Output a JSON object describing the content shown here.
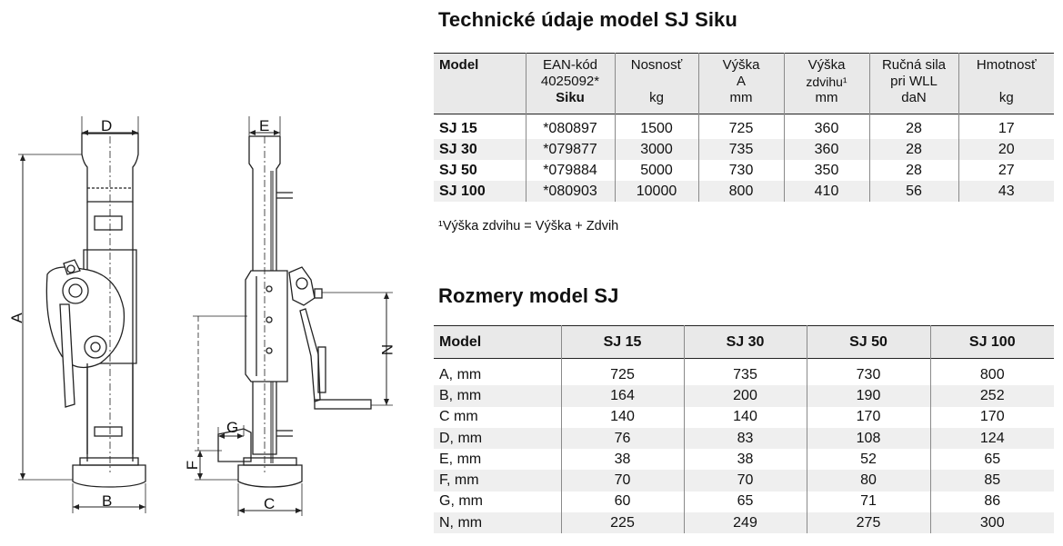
{
  "drawing": {
    "labels": {
      "A": "A",
      "B": "B",
      "C": "C",
      "D": "D",
      "E": "E",
      "F": "F",
      "G": "G",
      "N": "N"
    }
  },
  "spec_table": {
    "title": "Technické údaje model SJ Siku",
    "headers": [
      {
        "lines": [
          "Model"
        ]
      },
      {
        "lines": [
          "EAN-kód",
          "4025092*",
          "Siku"
        ]
      },
      {
        "lines": [
          "Nosnosť",
          "",
          "kg"
        ]
      },
      {
        "lines": [
          "Výška",
          "A",
          "mm"
        ]
      },
      {
        "lines": [
          "Výška",
          "zdvihu¹",
          "mm"
        ]
      },
      {
        "lines": [
          "Ručná sila",
          "pri WLL",
          "daN"
        ]
      },
      {
        "lines": [
          "Hmotnosť",
          "",
          "kg"
        ]
      }
    ],
    "rows": [
      [
        "SJ 15",
        "*080897",
        "1500",
        "725",
        "360",
        "28",
        "17"
      ],
      [
        "SJ 30",
        "*079877",
        "3000",
        "735",
        "360",
        "28",
        "20"
      ],
      [
        "SJ 50",
        "*079884",
        "5000",
        "730",
        "350",
        "28",
        "27"
      ],
      [
        "SJ 100",
        "*080903",
        "10000",
        "800",
        "410",
        "56",
        "43"
      ]
    ],
    "footnote": "¹Výška zdvihu = Výška + Zdvih"
  },
  "dims_table": {
    "title": "Rozmery model SJ",
    "headers": [
      "Model",
      "SJ 15",
      "SJ 30",
      "SJ 50",
      "SJ 100"
    ],
    "rows": [
      [
        "A, mm",
        "725",
        "735",
        "730",
        "800"
      ],
      [
        "B, mm",
        "164",
        "200",
        "190",
        "252"
      ],
      [
        "C mm",
        "140",
        "140",
        "170",
        "170"
      ],
      [
        "D, mm",
        "76",
        "83",
        "108",
        "124"
      ],
      [
        "E, mm",
        "38",
        "38",
        "52",
        "65"
      ],
      [
        "F, mm",
        "70",
        "70",
        "80",
        "85"
      ],
      [
        "G, mm",
        "60",
        "65",
        "71",
        "86"
      ],
      [
        "N, mm",
        "225",
        "249",
        "275",
        "300"
      ]
    ]
  }
}
